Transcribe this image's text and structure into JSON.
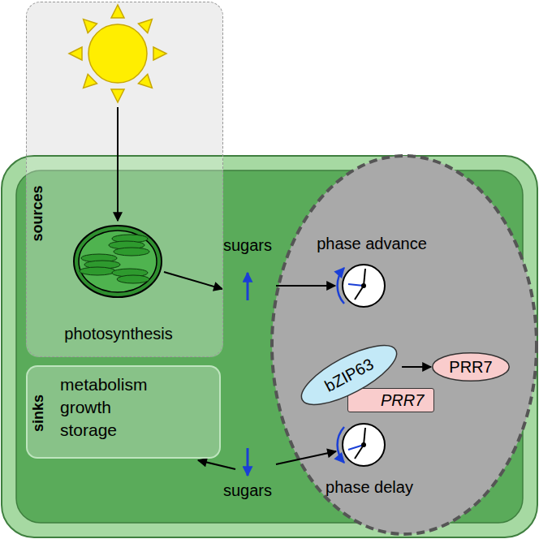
{
  "diagram": {
    "nodes": [
      {
        "text": [
          "sources",
          "photosynthesis"
        ]
      },
      {
        "text": [
          "sinks",
          "metabolism growth storage"
        ]
      },
      {
        "text": [
          "phase advance",
          "phase delay"
        ]
      },
      {
        "text": [
          "bZIP63"
        ],
        "in": 2
      },
      {
        "text": [
          "PRR7"
        ],
        "in": 2
      },
      {
        "text": [
          "PRR7"
        ],
        "in": 2
      }
    ],
    "edges": [
      {
        "from": 3,
        "to": 5,
        "arrow": "to"
      }
    ],
    "labels": [
      "sugars",
      "sugars"
    ]
  }
}
